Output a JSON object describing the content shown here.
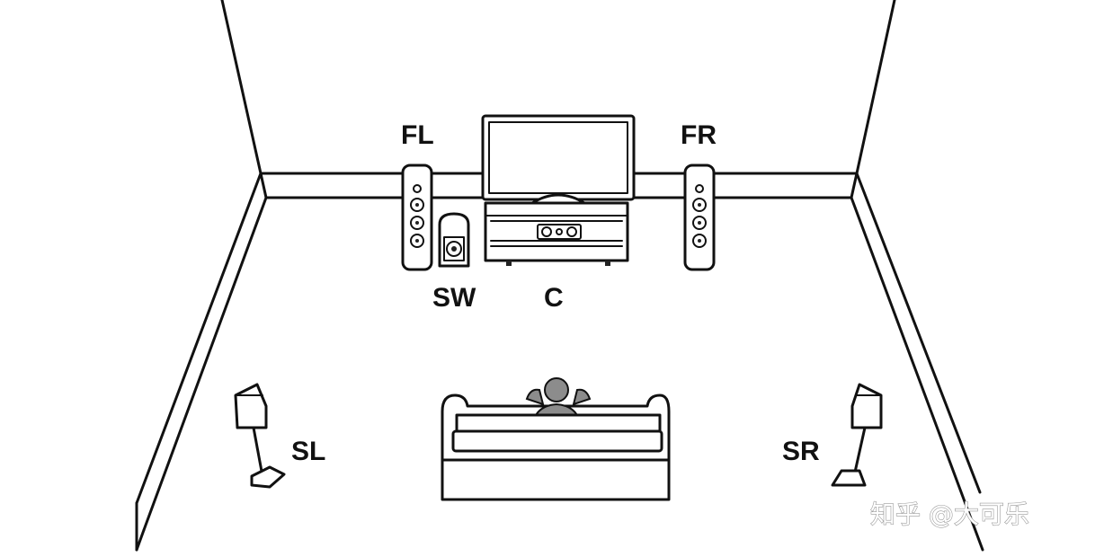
{
  "diagram": {
    "speakers": {
      "front_left": "FL",
      "front_right": "FR",
      "subwoofer": "SW",
      "center": "C",
      "surround_left": "SL",
      "surround_right": "SR"
    },
    "watermark": "知乎 @大可乐"
  }
}
